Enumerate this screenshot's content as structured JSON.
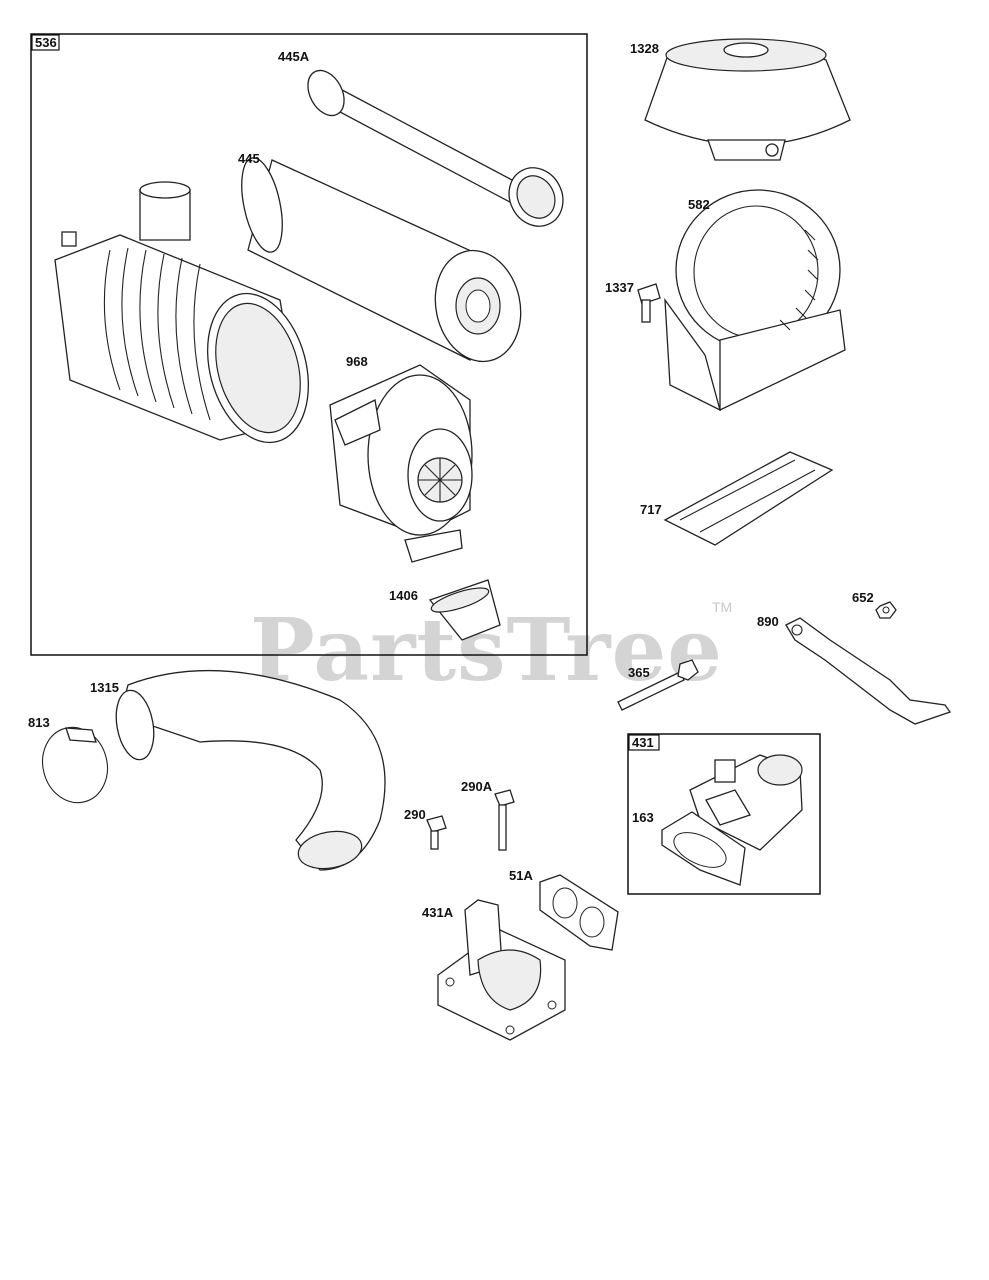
{
  "watermark": {
    "text": "PartsTree",
    "trademark": "TM"
  },
  "callouts": {
    "box_536": "536",
    "part_445A": "445A",
    "part_445": "445",
    "part_968": "968",
    "part_1406": "1406",
    "part_1328": "1328",
    "part_582": "582",
    "part_1337": "1337",
    "part_717": "717",
    "part_652": "652",
    "part_890": "890",
    "part_365": "365",
    "part_1315": "1315",
    "part_813": "813",
    "box_431": "431",
    "part_163": "163",
    "part_290A": "290A",
    "part_290": "290",
    "part_51A": "51A",
    "part_431A": "431A"
  }
}
